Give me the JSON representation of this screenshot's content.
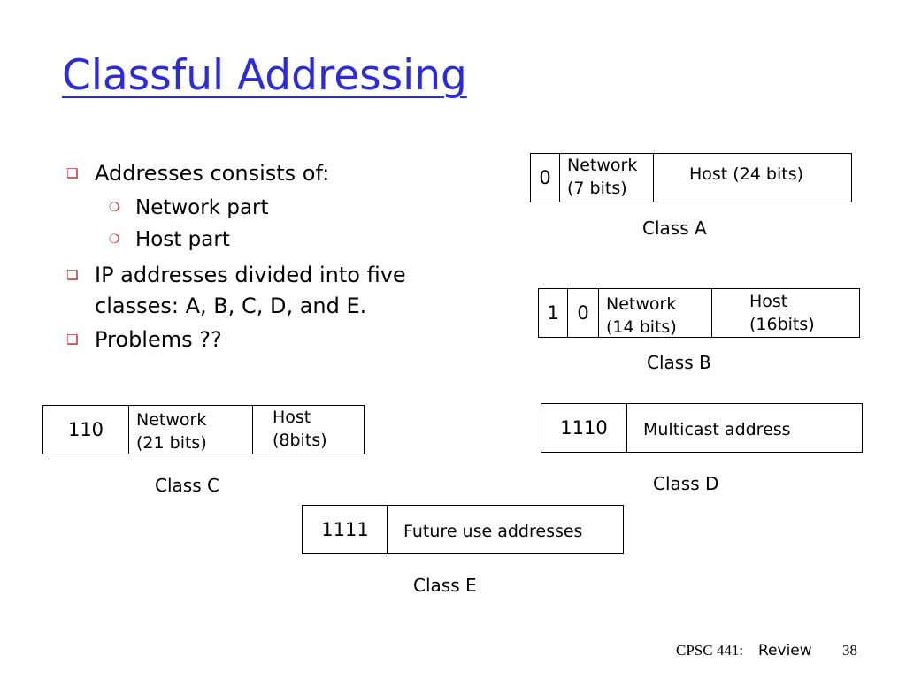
{
  "slide": {
    "title": "Classful Addressing",
    "bullets": [
      {
        "text": "Addresses consists of:",
        "sub": [
          "Network part",
          "Host part"
        ]
      },
      {
        "text_line1": "IP addresses divided into five",
        "text_line2": "classes: A, B, C, D, and E."
      },
      {
        "text": "Problems ??"
      }
    ],
    "footer": {
      "course": "CPSC 441:",
      "topic": "Review",
      "page": "38"
    },
    "accent_color": "#2b2bdc",
    "bullet_color": "#b02020"
  },
  "classes": {
    "a": {
      "bit1": "0",
      "net1": "Network",
      "net2": "(7 bits)",
      "host": "Host (24 bits)",
      "label": "Class A"
    },
    "b": {
      "bit1": "1",
      "bit2": "0",
      "net1": "Network",
      "net2": "(14 bits)",
      "host1": "Host",
      "host2": "(16bits)",
      "label": "Class B"
    },
    "c": {
      "prefix": "110",
      "net1": "Network",
      "net2": "(21 bits)",
      "host1": "Host",
      "host2": "(8bits)",
      "label": "Class C"
    },
    "d": {
      "prefix": "1110",
      "desc": "Multicast address",
      "label": "Class D"
    },
    "e": {
      "prefix": "1111",
      "desc": "Future use addresses",
      "label": "Class E"
    }
  }
}
